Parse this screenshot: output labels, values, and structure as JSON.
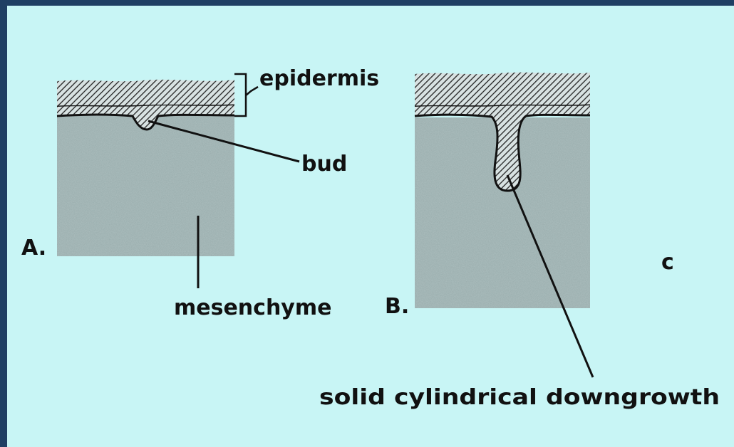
{
  "labels": {
    "epidermis": "epidermis",
    "bud": "bud",
    "mesenchyme": "mesenchyme",
    "solid_cylindrical_downgrowth": "solid cylindrical downgrowth",
    "panel_a": "A.",
    "panel_b": "B.",
    "panel_c": "c"
  },
  "colors": {
    "background": "#c8f5f5",
    "border": "#1f3f63",
    "tissue": "#95aaaa",
    "ink": "#111111"
  }
}
